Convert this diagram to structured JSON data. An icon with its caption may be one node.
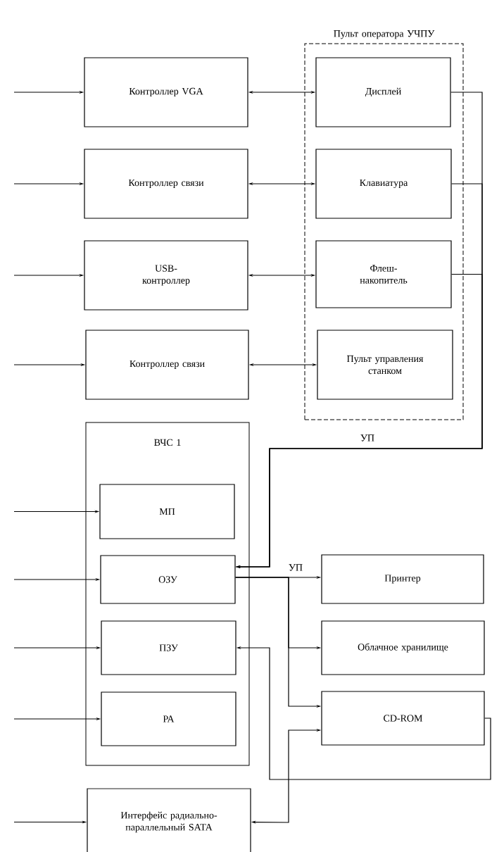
{
  "diagram": {
    "nodes": [
      {
        "text": [
          "Пульт оператора УЧПУ"
        ]
      },
      {
        "text": [
          "Контроллер VGA"
        ]
      },
      {
        "text": [
          "Дисплей"
        ],
        "in": 0
      },
      {
        "text": [
          "Контроллер связи"
        ]
      },
      {
        "text": [
          "Клавиатура"
        ],
        "in": 0
      },
      {
        "text": [
          "USB-контроллер"
        ]
      },
      {
        "text": [
          "Флеш-накопитель"
        ],
        "in": 0
      },
      {
        "text": [
          "Контроллер связи"
        ]
      },
      {
        "text": [
          "Пульт управления станком"
        ],
        "in": 0
      },
      {
        "text": [
          "ВЧС 1"
        ]
      },
      {
        "text": [
          "МП"
        ],
        "in": 9
      },
      {
        "text": [
          "ОЗУ"
        ],
        "in": 9
      },
      {
        "text": [
          "Принтер"
        ]
      },
      {
        "text": [
          "ПЗУ"
        ],
        "in": 9
      },
      {
        "text": [
          "Облачное хранилище"
        ]
      },
      {
        "text": [
          "РА"
        ],
        "in": 9
      },
      {
        "text": [
          "CD-ROM"
        ]
      },
      {
        "text": [
          "Интерфейс радиально-параллельный SATA"
        ]
      }
    ],
    "edges": [
      {
        "from": null,
        "to": 1,
        "arrow": "to"
      },
      {
        "from": null,
        "to": 3,
        "arrow": "to"
      },
      {
        "from": null,
        "to": 5,
        "arrow": "to"
      },
      {
        "from": null,
        "to": 7,
        "arrow": "to"
      },
      {
        "from": null,
        "to": 10,
        "arrow": "to"
      },
      {
        "from": null,
        "to": 11,
        "arrow": "to"
      },
      {
        "from": null,
        "to": 13,
        "arrow": "to"
      },
      {
        "from": null,
        "to": 15,
        "arrow": "to"
      },
      {
        "from": null,
        "to": 17,
        "arrow": "to"
      },
      {
        "from": 1,
        "to": 2,
        "arrow": "both"
      },
      {
        "from": 3,
        "to": 4,
        "arrow": "both"
      },
      {
        "from": 5,
        "to": 6,
        "arrow": "both"
      },
      {
        "from": 7,
        "to": 8,
        "arrow": "both"
      },
      {
        "from": 2,
        "to": 11,
        "arrow": "to",
        "label": "УП"
      },
      {
        "from": 4,
        "to": 11,
        "arrow": "to"
      },
      {
        "from": 6,
        "to": 11,
        "arrow": "to"
      },
      {
        "from": 11,
        "to": 12,
        "arrow": "to",
        "label": "УП"
      },
      {
        "from": 11,
        "to": 14,
        "arrow": "to"
      },
      {
        "from": 11,
        "to": 16,
        "arrow": "to"
      },
      {
        "from": 16,
        "to": 13,
        "arrow": "to"
      },
      {
        "from": 16,
        "to": 17,
        "arrow": "both"
      }
    ]
  }
}
